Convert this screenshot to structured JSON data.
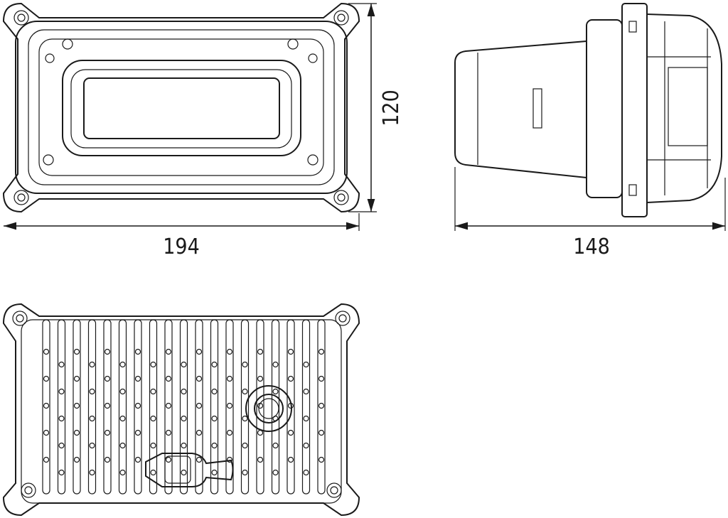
{
  "drawing": {
    "views": [
      "front-view",
      "side-view",
      "rear-view"
    ],
    "dimensions": {
      "width": "194",
      "height": "120",
      "depth": "148"
    },
    "units_implied": "mm",
    "line_color": "#1a1a1a"
  }
}
